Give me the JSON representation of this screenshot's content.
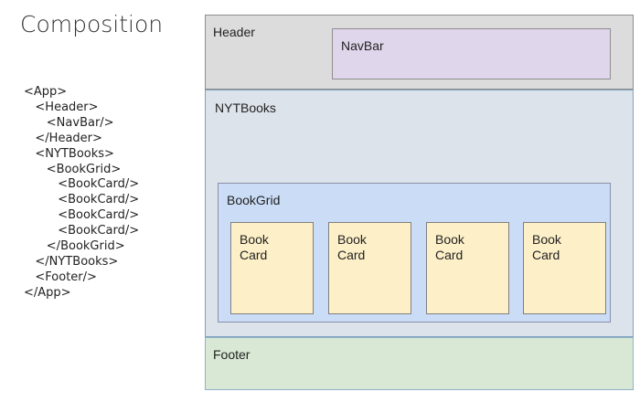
{
  "title": "Composition",
  "code_lines": [
    "<App>",
    "   <Header>",
    "      <NavBar/>",
    "   </Header>",
    "   <NYTBooks>",
    "      <BookGrid>",
    "         <BookCard/>",
    "         <BookCard/>",
    "         <BookCard/>",
    "         <BookCard/>",
    "      </BookGrid>",
    "   </NYTBooks>",
    "   <Footer/>",
    "</App>"
  ],
  "boxes": {
    "header": "Header",
    "navbar": "NavBar",
    "nytbooks": "NYTBooks",
    "bookgrid": "BookGrid",
    "cards": [
      "Book\nCard",
      "Book\nCard",
      "Book\nCard",
      "Book\nCard"
    ],
    "footer": "Footer"
  },
  "colors": {
    "header": "#dcdcdc",
    "navbar": "#e0d6ec",
    "nytbooks": "#dde3ea",
    "bookgrid": "#cbdcf6",
    "card": "#fdf0c8",
    "footer": "#d8e8d4"
  }
}
